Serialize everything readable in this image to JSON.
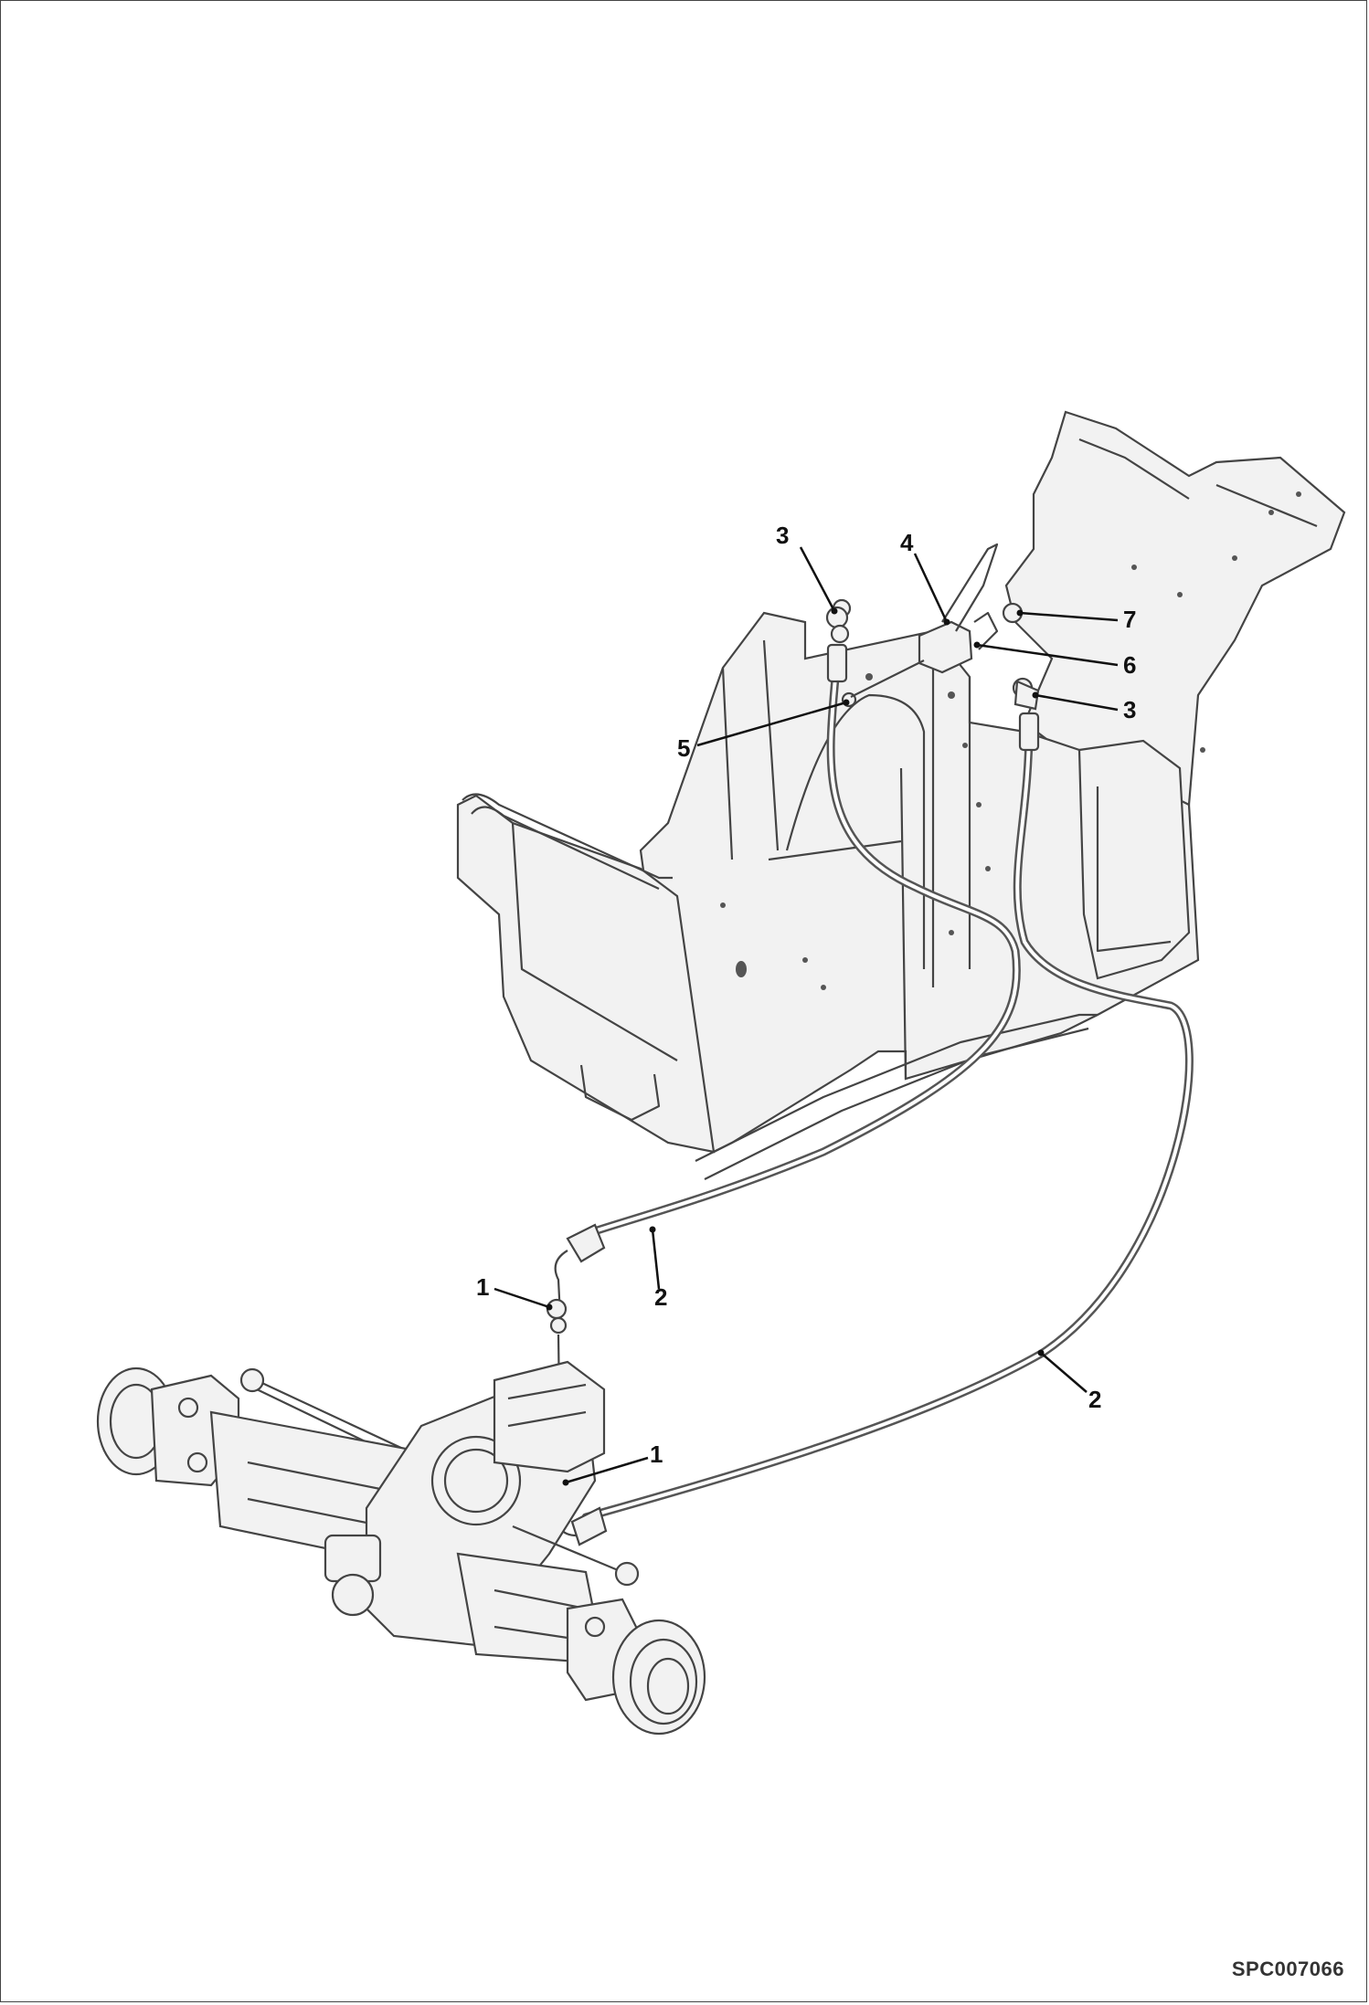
{
  "callouts": [
    {
      "id": "c3a",
      "text": "3"
    },
    {
      "id": "c4",
      "text": "4"
    },
    {
      "id": "c7",
      "text": "7"
    },
    {
      "id": "c6",
      "text": "6"
    },
    {
      "id": "c3b",
      "text": "3"
    },
    {
      "id": "c5",
      "text": "5"
    },
    {
      "id": "c2a",
      "text": "2"
    },
    {
      "id": "c1a",
      "text": "1"
    },
    {
      "id": "c2b",
      "text": "2"
    },
    {
      "id": "c1b",
      "text": "1"
    }
  ],
  "drawing_code": "SPC007066"
}
